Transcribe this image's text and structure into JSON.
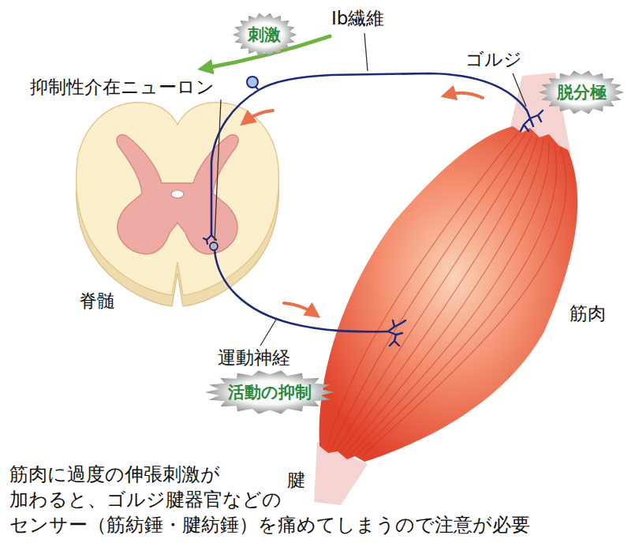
{
  "diagram": {
    "caption": "筋肉に過度の伸張刺激が 加わると、ゴルジ腱器官などの センサー（筋紡錘・腱紡錘）を痛めてしまうので注意が必要",
    "nodes": [
      {
        "text": [
          "刺激"
        ]
      },
      {
        "text": [
          "脱分極"
        ]
      },
      {
        "text": [
          "活動の抑制"
        ]
      }
    ],
    "labels": [
      "Ib繊維",
      "ゴルジ",
      "抑制性介在ニューロン",
      "脊髄",
      "筋肉",
      "運動神経",
      "腱"
    ]
  }
}
